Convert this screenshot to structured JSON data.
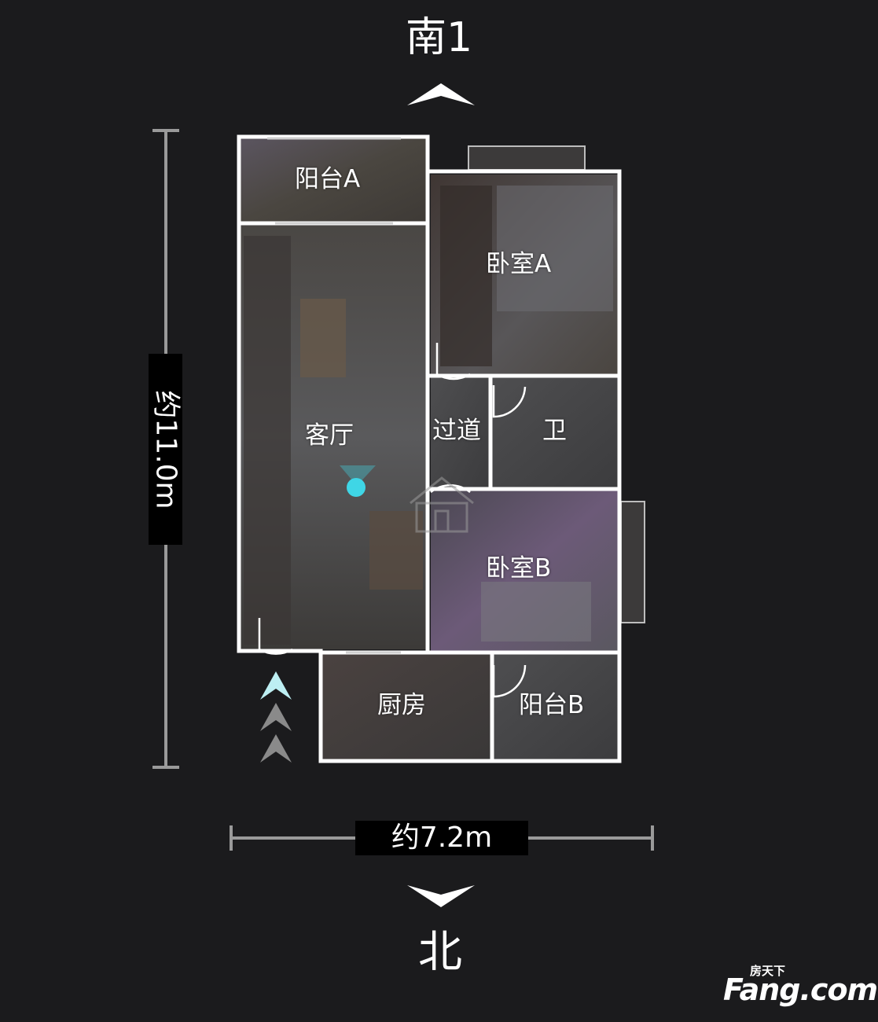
{
  "orientation": {
    "top_label": "南1",
    "bottom_label": "北"
  },
  "dimensions": {
    "height_label": "约11.0m",
    "width_label": "约7.2m"
  },
  "rooms": {
    "balcony_a": "阳台A",
    "bedroom_a": "卧室A",
    "living_room": "客厅",
    "corridor": "过道",
    "bathroom": "卫",
    "bedroom_b": "卧室B",
    "kitchen": "厨房",
    "balcony_b": "阳台B"
  },
  "watermark": {
    "brand_cn": "房天下",
    "brand_en": "Fang.com"
  },
  "colors": {
    "background": "#1b1b1d",
    "wall": "#ffffff",
    "position_marker": "#3fd6e6",
    "entry_arrow_active": "#bdeff3",
    "entry_arrow_inactive": "#8a8a8a"
  }
}
